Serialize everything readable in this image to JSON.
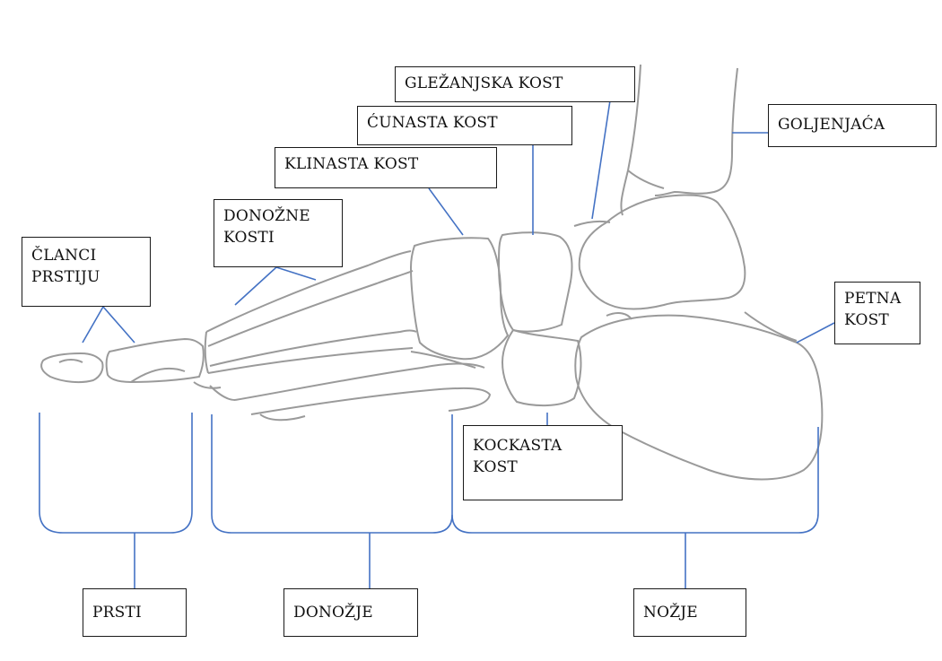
{
  "labels": {
    "glezanjska": "GLEŽANJSKA KOST",
    "cunasta": "ĆUNASTA KOST",
    "klinasta": "KLINASTA KOST",
    "goljenjaca": "GOLJENJAĆA",
    "donozne_line1": "DONOŽNE",
    "donozne_line2": "KOSTI",
    "clanci_line1": "ČLANCI",
    "clanci_line2": "PRSTIJU",
    "petna_line1": "PETNA",
    "petna_line2": "KOST",
    "kockasta_line1": "KOCKASTA",
    "kockasta_line2": "KOST",
    "prsti": "PRSTI",
    "donozje": "DONOŽJE",
    "nozje": "NOŽJE"
  },
  "colors": {
    "leader": "#4472c4",
    "bone": "#9a9a9a",
    "box_border": "#1a1a1a"
  }
}
